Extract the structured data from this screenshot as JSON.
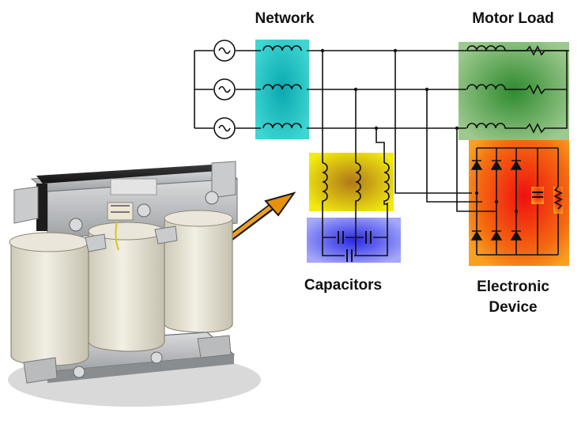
{
  "labels": {
    "network": "Network",
    "motor_load": "Motor Load",
    "capacitors": "Capacitors",
    "electronic_device_line1": "Electronic",
    "electronic_device_line2": "Device"
  },
  "colors": {
    "network_block": "#1fc7c7",
    "motor_block": "#5da84a",
    "capacitor_inductor_block": "#e8d800",
    "capacitor_block": "#5a5cf0",
    "electronic_block": "#f24a10",
    "arrow": "#e8920c",
    "coil_body": "#e8e4d6",
    "transformer_frame": "#b7b9bb"
  },
  "icons": {
    "source": "ac-source-icon",
    "inductor": "inductor-coil-icon",
    "resistor": "resistor-icon",
    "diode": "diode-icon",
    "capacitor": "capacitor-icon"
  }
}
